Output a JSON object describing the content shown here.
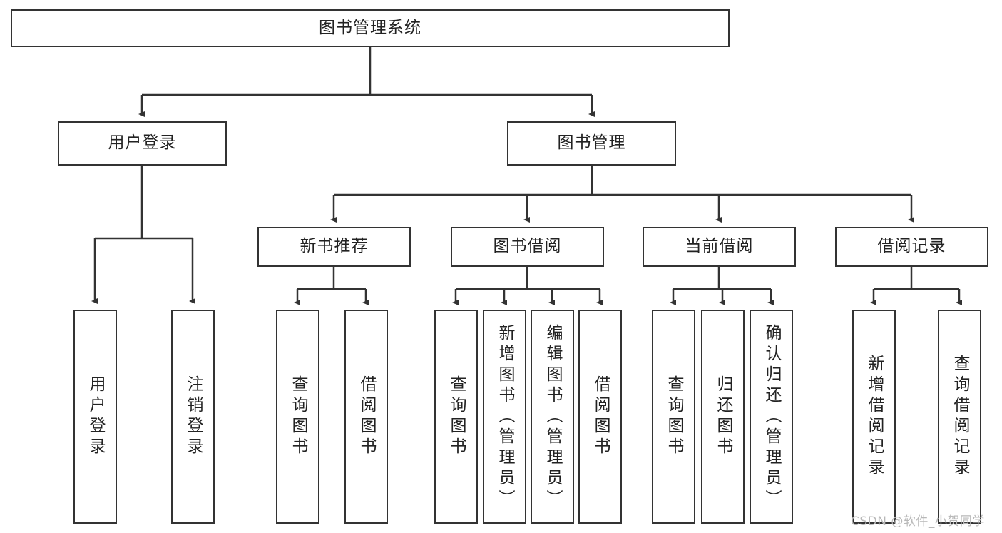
{
  "diagram": {
    "type": "tree-hierarchy",
    "title": "图书管理系统",
    "orientation": "top-down",
    "colors": {
      "box_border": "#333333",
      "box_fill": "#ffffff",
      "connector": "#333333",
      "text": "#222222",
      "watermark": "#b8b8b8"
    },
    "root": {
      "label": "图书管理系统"
    },
    "level1": [
      {
        "label": "用户登录"
      },
      {
        "label": "图书管理"
      }
    ],
    "level2": [
      {
        "label": "新书推荐"
      },
      {
        "label": "图书借阅"
      },
      {
        "label": "当前借阅"
      },
      {
        "label": "借阅记录"
      }
    ],
    "leaves": {
      "user_login": [
        {
          "label": "用户登录"
        },
        {
          "label": "注销登录"
        }
      ],
      "new_book_recommend": [
        {
          "label": "查询图书"
        },
        {
          "label": "借阅图书"
        }
      ],
      "book_borrow": [
        {
          "label": "查询图书"
        },
        {
          "label": "新增图书（管理员）"
        },
        {
          "label": "编辑图书（管理员）"
        },
        {
          "label": "借阅图书"
        }
      ],
      "current_borrow": [
        {
          "label": "查询图书"
        },
        {
          "label": "归还图书"
        },
        {
          "label": "确认归还（管理员）"
        }
      ],
      "borrow_record": [
        {
          "label": "新增借阅记录"
        },
        {
          "label": "查询借阅记录"
        }
      ]
    }
  },
  "watermark": {
    "text": "CSDN @软件_小贺同学"
  }
}
